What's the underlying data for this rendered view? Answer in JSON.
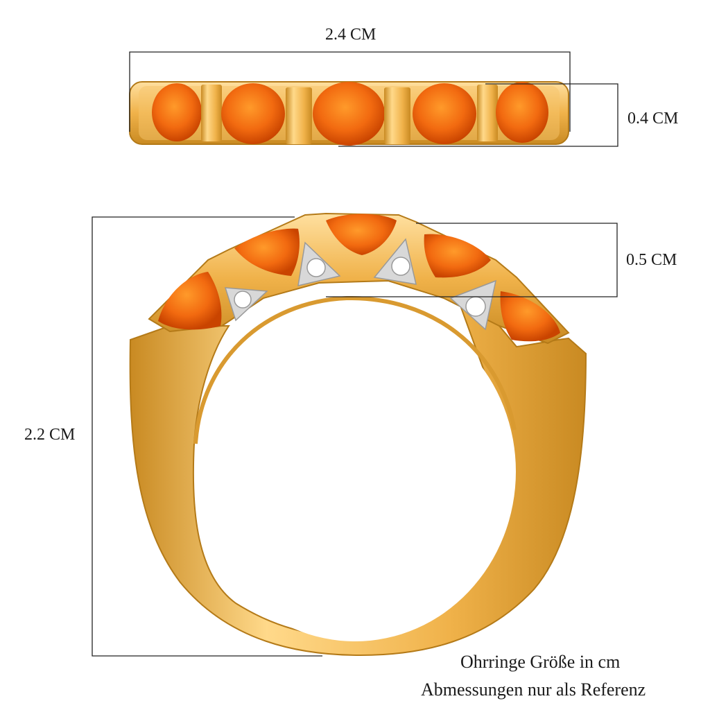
{
  "dimensions": {
    "top_width": "2.4 CM",
    "top_height": "0.4 CM",
    "stone_height": "0.5 CM",
    "ring_height": "2.2 CM"
  },
  "caption": {
    "line1": "Ohrringe Größe in cm",
    "line2": "Abmessungen nur als Referenz"
  },
  "colors": {
    "gold": "#f0b24a",
    "gold_dark": "#c98a22",
    "gold_light": "#ffd98a",
    "stone": "#f26a10",
    "stone_dark": "#c94400",
    "diamond": "#ffffff",
    "line": "#222222"
  }
}
